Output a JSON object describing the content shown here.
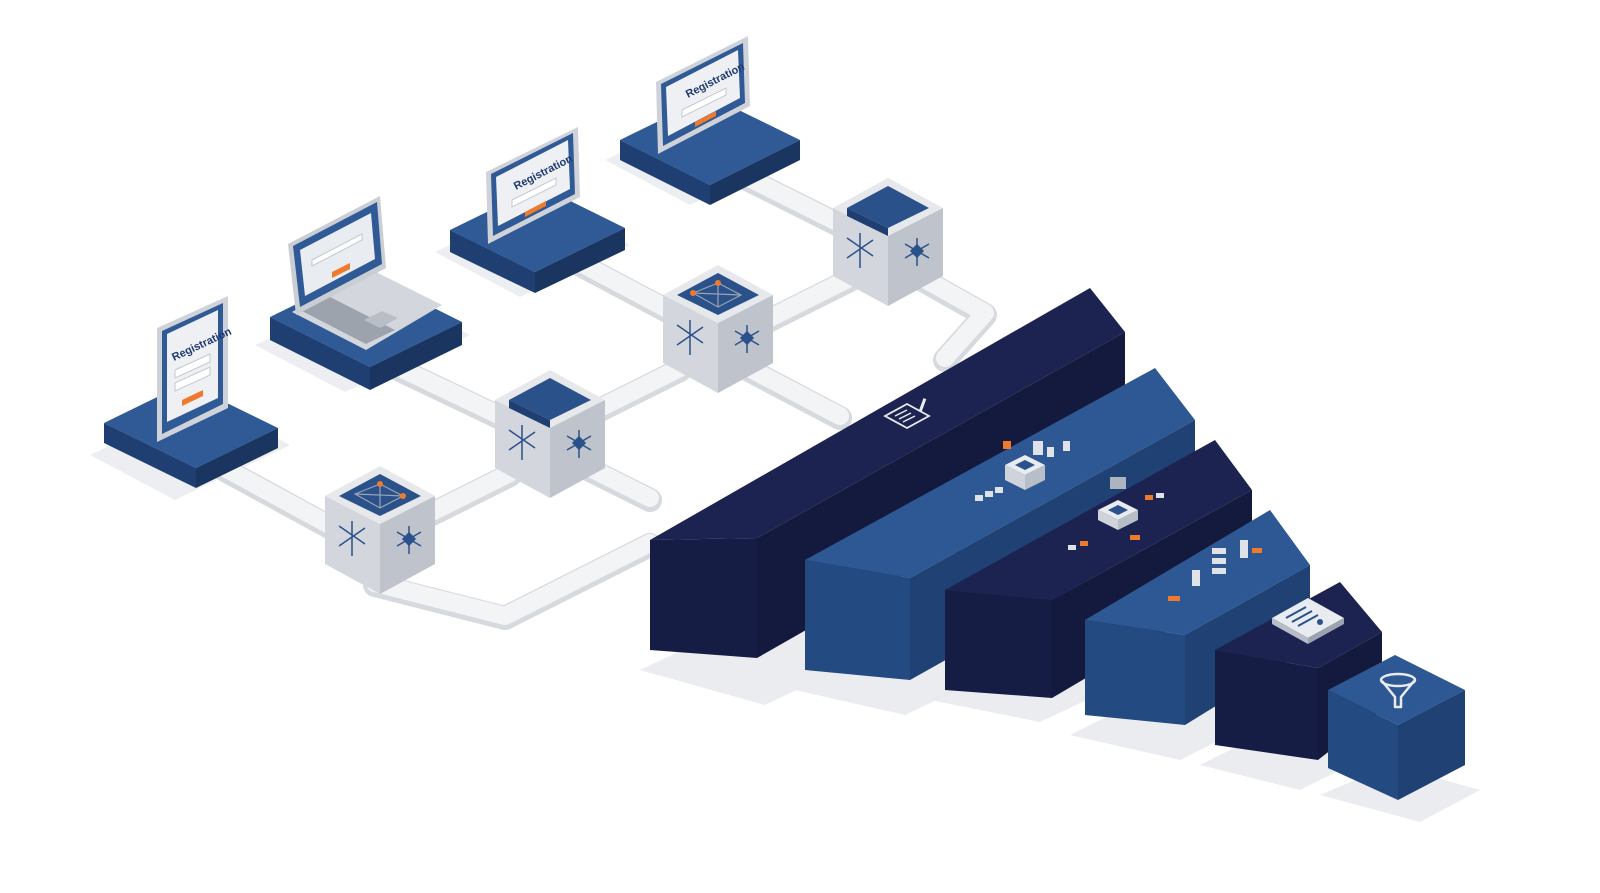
{
  "palette": {
    "background": "#ffffff",
    "shadow": "#e3e5e8",
    "platform_top": "#2f5a96",
    "platform_side": "#1f3f73",
    "node_top": "#e6e8ec",
    "node_left": "#d3d7dd",
    "node_right": "#bfc4cc",
    "node_inner": "#2b518a",
    "tube_top": "#f2f3f5",
    "tube_side": "#d9dce1",
    "navy_dark": "#1c2350",
    "navy_dark_side": "#141a3e",
    "navy_dark_front": "#161d45",
    "blue_mid": "#2e5893",
    "blue_mid_side": "#244a80",
    "blue_mid_front": "#244a82",
    "accent": "#f07a2c",
    "icon_light": "#e8ebf0"
  },
  "devices": [
    {
      "kind": "tablet",
      "screen_title": "Registration"
    },
    {
      "kind": "laptop",
      "screen_title": ""
    },
    {
      "kind": "tablet",
      "screen_title": "Registration"
    },
    {
      "kind": "tablet",
      "screen_title": "Registration"
    }
  ],
  "processing_blocks": [
    {
      "icon": "clipboard-icon"
    },
    {
      "icon": "build-blocks-icon"
    },
    {
      "icon": "component-layer-icon"
    },
    {
      "icon": "sliders-icon"
    },
    {
      "icon": "dashboard-panel-icon"
    },
    {
      "icon": "funnel-icon"
    }
  ]
}
